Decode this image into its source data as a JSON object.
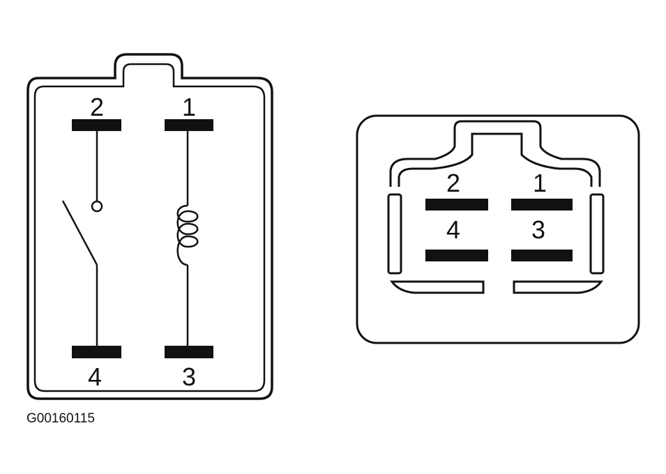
{
  "figure_id": "G00160115",
  "schematic": {
    "pin_labels": {
      "top_left": "2",
      "top_right": "1",
      "bottom_left": "4",
      "bottom_right": "3"
    }
  },
  "connector": {
    "pin_labels": {
      "top_left": "2",
      "top_right": "1",
      "middle_left": "4",
      "middle_right": "3"
    }
  },
  "colors": {
    "ink": "#111111",
    "background": "#ffffff"
  }
}
